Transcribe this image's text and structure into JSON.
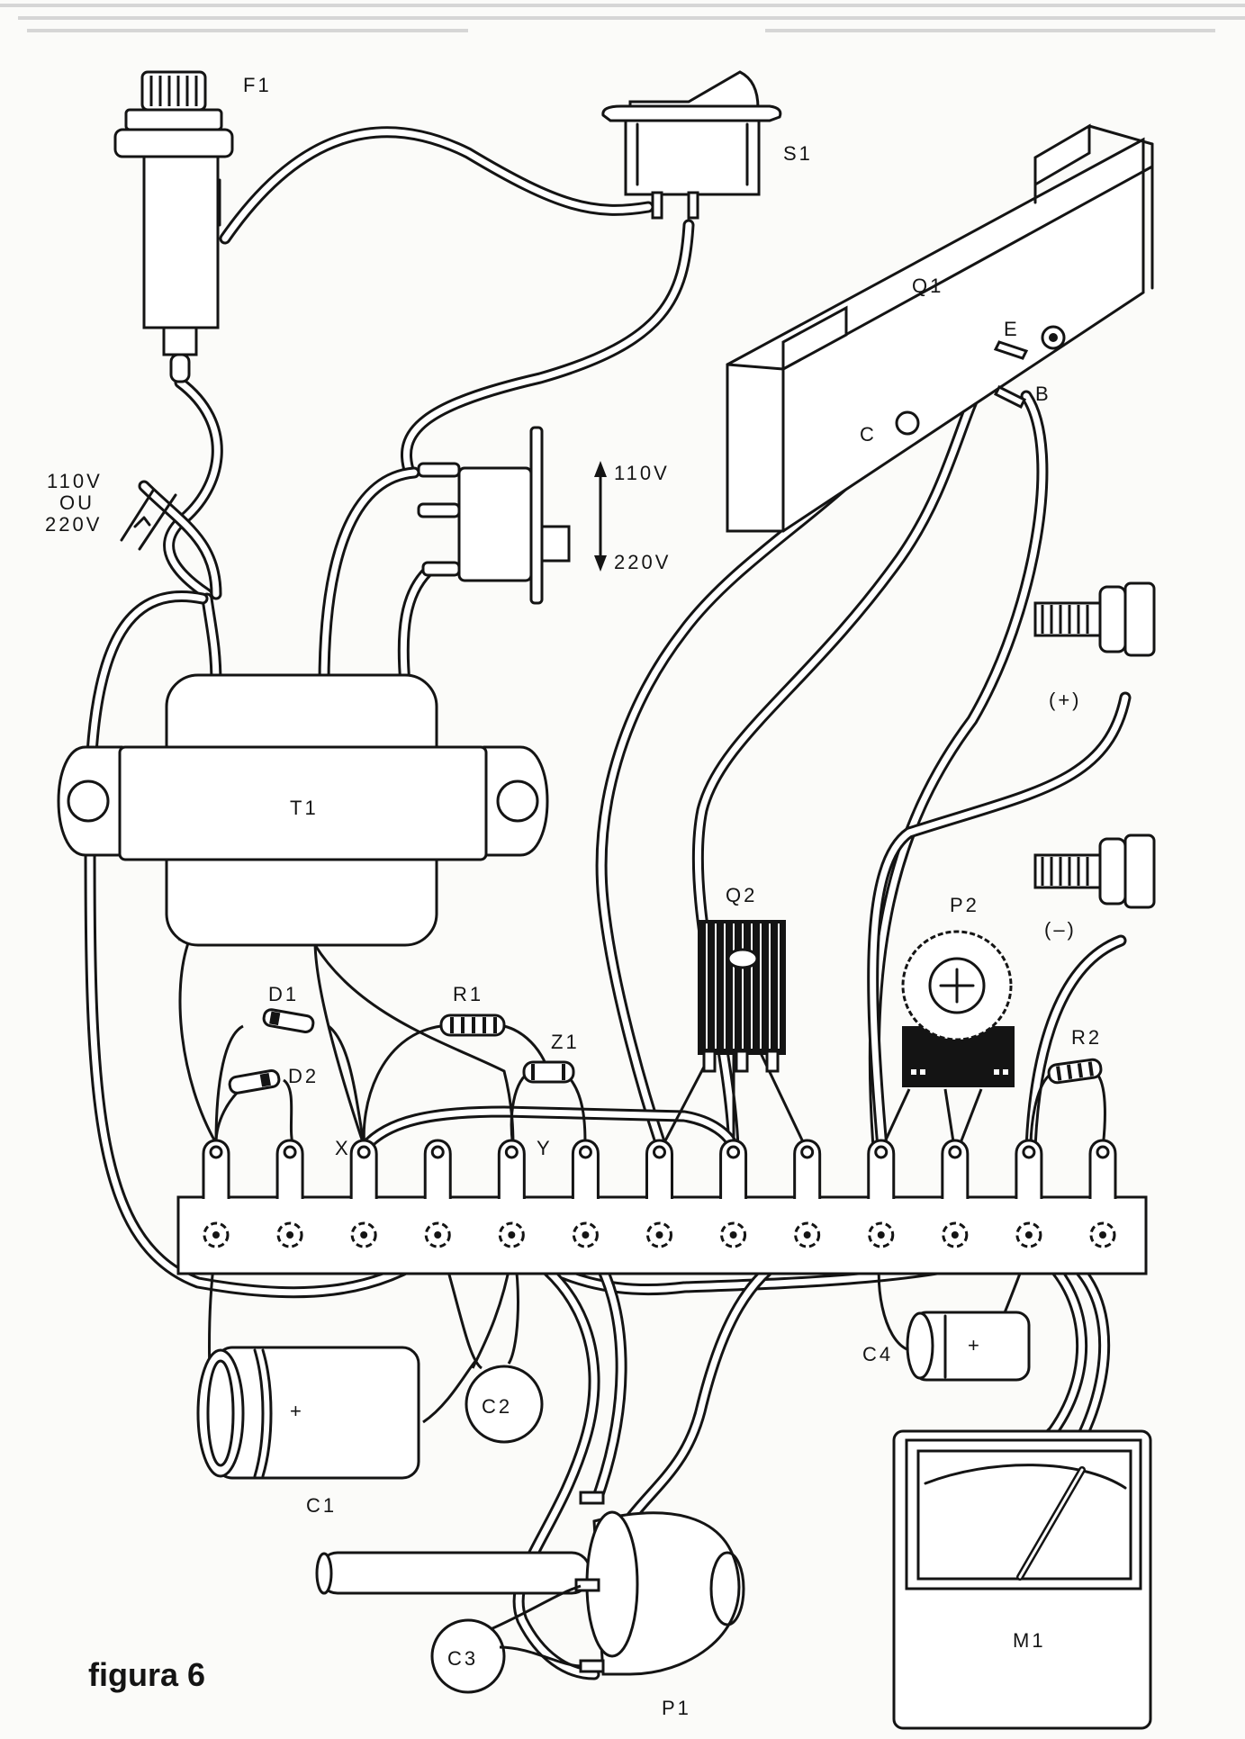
{
  "figure": {
    "caption": "figura 6",
    "header_text_illegible": true
  },
  "labels": {
    "fuse": "F1",
    "switch": "S1",
    "power_transistor": "Q1",
    "q1_collector": "C",
    "q1_emitter": "E",
    "q1_base": "B",
    "mains_line1": "110V",
    "mains_line2": "OU",
    "mains_line3": "220V",
    "selector_top": "110V",
    "selector_bottom": "220V",
    "transformer": "T1",
    "terminal_positive": "(+)",
    "terminal_negative": "(–)",
    "diode1": "D1",
    "diode2": "D2",
    "resistor1": "R1",
    "zener": "Z1",
    "node_x": "X",
    "node_y": "Y",
    "driver_transistor": "Q2",
    "trimpot": "P2",
    "resistor2": "R2",
    "cap1": "C1",
    "cap1_polarity": "+",
    "cap2": "C2",
    "cap3": "C3",
    "cap4": "C4",
    "cap4_polarity": "+",
    "potentiometer": "P1",
    "meter": "M1"
  },
  "components": [
    {
      "id": "F1",
      "type": "fuse-holder"
    },
    {
      "id": "S1",
      "type": "rocker-switch"
    },
    {
      "id": "Q1",
      "type": "power-transistor-on-heatsink",
      "pins": [
        "C",
        "E",
        "B"
      ]
    },
    {
      "id": "SEL",
      "type": "voltage-selector-switch",
      "positions": [
        "110V",
        "220V"
      ]
    },
    {
      "id": "T1",
      "type": "transformer"
    },
    {
      "id": "D1",
      "type": "diode"
    },
    {
      "id": "D2",
      "type": "diode"
    },
    {
      "id": "R1",
      "type": "resistor"
    },
    {
      "id": "Z1",
      "type": "zener-diode"
    },
    {
      "id": "Q2",
      "type": "transistor"
    },
    {
      "id": "P2",
      "type": "trimmer-potentiometer"
    },
    {
      "id": "R2",
      "type": "resistor"
    },
    {
      "id": "C1",
      "type": "electrolytic-capacitor"
    },
    {
      "id": "C2",
      "type": "ceramic-capacitor"
    },
    {
      "id": "C3",
      "type": "ceramic-capacitor"
    },
    {
      "id": "C4",
      "type": "electrolytic-capacitor"
    },
    {
      "id": "P1",
      "type": "potentiometer"
    },
    {
      "id": "M1",
      "type": "panel-meter"
    },
    {
      "id": "OUT+",
      "type": "binding-post"
    },
    {
      "id": "OUT-",
      "type": "binding-post"
    }
  ],
  "terminal_strip": {
    "lugs_count": 13
  },
  "colors": {
    "ink": "#141414",
    "paper": "#fbfbf9"
  }
}
